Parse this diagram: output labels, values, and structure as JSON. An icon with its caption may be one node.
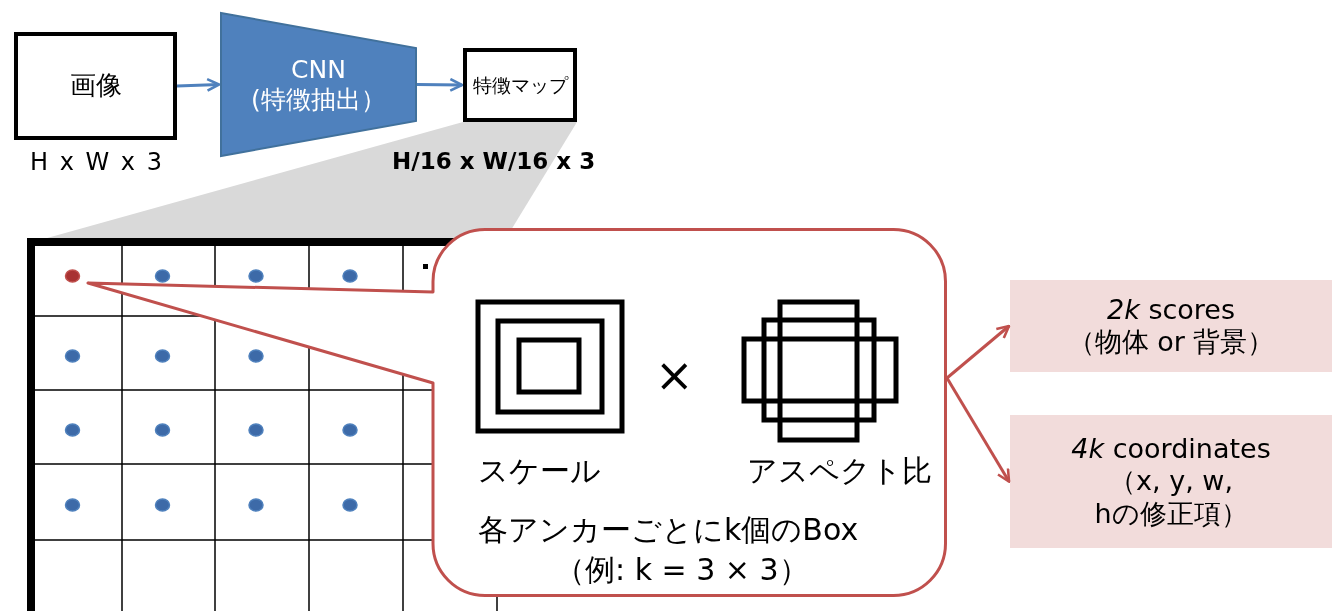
{
  "diagram": {
    "nodes": [
      {
        "text": [
          "画像"
        ],
        "beside": [
          "H x W x 3"
        ]
      },
      {
        "text": [
          "CNN (特徴抽出）"
        ]
      },
      {
        "text": [
          "特徴マップ"
        ]
      },
      {
        "text": [
          "スケール",
          "×",
          "アスペクト比",
          "各アンカーごとにk個のBox",
          "（例: k = 3 × 3）"
        ]
      },
      {
        "text": [
          "*2k* scores （物体 or 背景）"
        ]
      },
      {
        "text": [
          "*4k* coordinates （x, y, w, hの修正項）"
        ]
      }
    ],
    "edges": [
      {
        "from": 0,
        "to": 1,
        "arrow": "to"
      },
      {
        "from": 1,
        "to": 2,
        "arrow": "to"
      },
      {
        "from": 3,
        "to": 4,
        "arrow": "to",
        "color": "#c0504d"
      },
      {
        "from": 3,
        "to": 5,
        "arrow": "to",
        "color": "#c0504d"
      }
    ],
    "labels": [
      "H/16 x W/16 x 3"
    ]
  }
}
